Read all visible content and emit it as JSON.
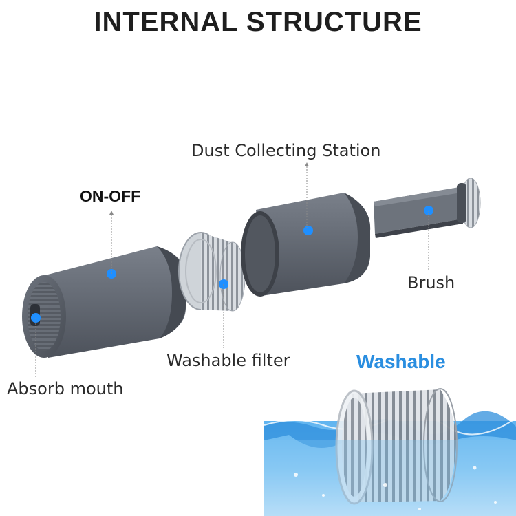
{
  "title": "INTERNAL STRUCTURE",
  "labels": {
    "on_off": "ON-OFF",
    "dust_station": "Dust Collecting Station",
    "brush": "Brush",
    "washable_filter": "Washable filter",
    "absorb_mouth": "Absorb mouth",
    "washable": "Washable"
  },
  "colors": {
    "body_gray": "#5f6570",
    "marker_blue": "#1f8fff",
    "accent_blue": "#2a8ee0",
    "water_blue": "#3b9ee8"
  }
}
